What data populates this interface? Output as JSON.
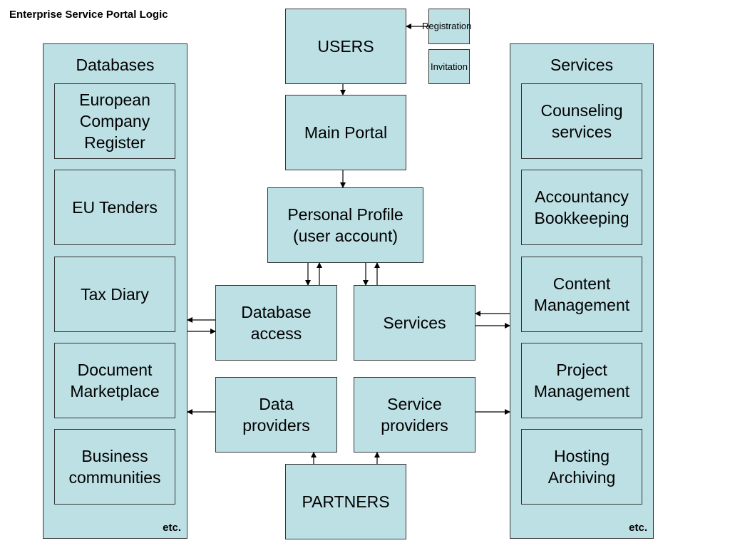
{
  "title": "Enterprise Service Portal Logic",
  "center": {
    "users": "USERS",
    "registration": "Registration",
    "invitation": "Invitation",
    "main_portal": "Main Portal",
    "personal_profile": "Personal  Profile\n(user account)",
    "database_access": "Database\naccess",
    "services": "Services",
    "data_providers": "Data\nproviders",
    "service_providers": "Service\nproviders",
    "partners": "PARTNERS"
  },
  "databases": {
    "title": "Databases",
    "items": [
      "European\nCompany\nRegister",
      "EU Tenders",
      "Tax Diary",
      "Document\nMarketplace",
      "Business\ncommunities"
    ],
    "etc": "etc."
  },
  "services_panel": {
    "title": "Services",
    "items": [
      "Counseling\nservices",
      "Accountancy\nBookkeeping",
      "Content\nManagement",
      "Project\nManagement",
      "Hosting\nArchiving"
    ],
    "etc": "etc."
  }
}
